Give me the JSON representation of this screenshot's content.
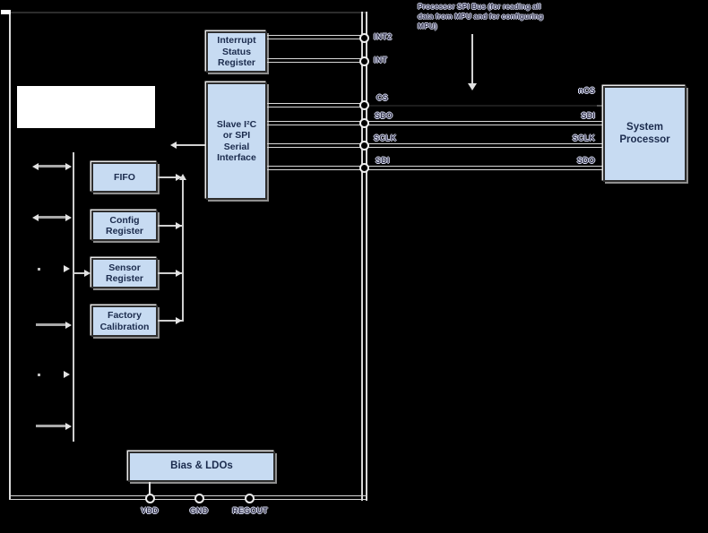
{
  "annotation": {
    "line1": "Processor SPI Bus (for reading all",
    "line2": "data from MPU and for configuring",
    "line3": "MPU)"
  },
  "blocks": {
    "interrupt_status_register": "Interrupt\nStatus\nRegister",
    "serial_interface": "Slave I²C\nor SPI\nSerial\nInterface",
    "fifo": "FIFO",
    "config_register": "Config\nRegister",
    "sensor_register": "Sensor\nRegister",
    "factory_calibration": "Factory\nCalibration",
    "bias_ldos": "Bias & LDOs",
    "system_processor": "System\nProcessor"
  },
  "pins": {
    "right": [
      {
        "label": "INT2"
      },
      {
        "label": "INT"
      },
      {
        "label": "CS"
      },
      {
        "label": "SDO"
      },
      {
        "label": "SCLK"
      },
      {
        "label": "SDI"
      }
    ],
    "processor": [
      {
        "label": "nCS"
      },
      {
        "label": "SDI"
      },
      {
        "label": "SCLK"
      },
      {
        "label": "SDO"
      }
    ],
    "bottom": [
      {
        "label": "VDD"
      },
      {
        "label": "GND"
      },
      {
        "label": "REGOUT"
      }
    ]
  },
  "colors": {
    "background": "#000000",
    "block_fill": "#c7dbf2",
    "block_border": "#2e2e2e",
    "block_text": "#1b2b4d",
    "line_light": "#d8d8d8",
    "chip_top_line": "#2c2c2c",
    "label_text": "#33334c",
    "label_halo": "#d6daec"
  }
}
